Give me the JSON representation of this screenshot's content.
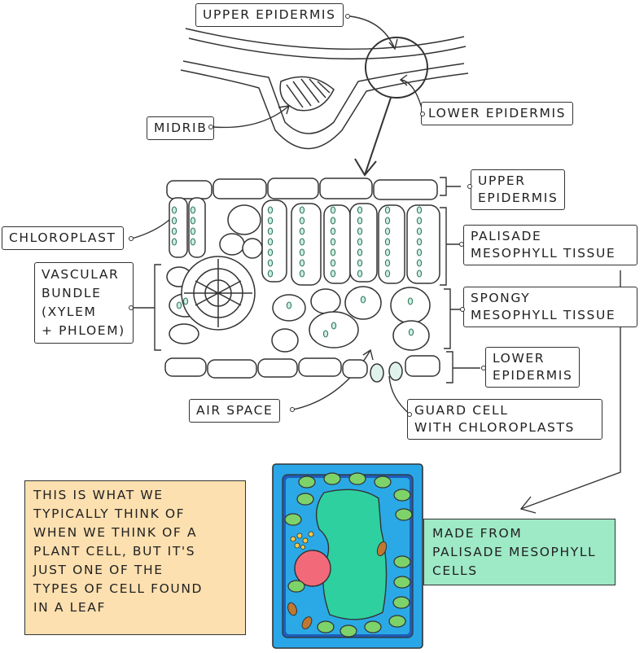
{
  "labels": {
    "top_upper_epidermis": "UPPER EPIDERMIS",
    "midrib": "MIDRIB",
    "top_lower_epidermis": "LOWER EPIDERMIS",
    "upper_epidermis_line1": "UPPER",
    "upper_epidermis_line2": "EPIDERMIS",
    "chloroplast": "CHLOROPLAST",
    "palisade_line1": "PALISADE",
    "palisade_line2": "MESOPHYLL TISSUE",
    "vascular_line1": "VASCULAR",
    "vascular_line2": "BUNDLE",
    "vascular_line3": "(XYLEM",
    "vascular_line4": "+ PHLOEM)",
    "spongy_line1": "SPONGY",
    "spongy_line2": "MESOPHYLL TISSUE",
    "lower_epidermis_line1": "LOWER",
    "lower_epidermis_line2": "EPIDERMIS",
    "air_space": "AIR SPACE",
    "guard_line1": "GUARD CELL",
    "guard_line2": "WITH CHLOROPLASTS"
  },
  "notes": {
    "plant_cell_note": [
      "THIS IS WHAT WE",
      "TYPICALLY THINK OF",
      "WHEN WE THINK OF A",
      "PLANT CELL, BUT IT'S",
      "JUST ONE OF THE",
      "TYPES OF CELL FOUND",
      "IN A LEAF"
    ],
    "palisade_note": [
      "MADE FROM",
      "PALISADE MESOPHYLL",
      "CELLS"
    ]
  },
  "colors": {
    "outline": "#333333",
    "chloroplast_fill": "#cfeee3",
    "chloroplast_stroke": "#2f7a5a",
    "cell_wall": "#29a6e8",
    "cell_membrane_area": "#1f5db8",
    "cytoplasm": "#2aa9e6",
    "vacuole": "#2fd0a0",
    "nucleus": "#f26a7a",
    "mitochondria": "#c07830",
    "note_orange_bg": "#fde0b0",
    "note_green_bg": "#9ee9c6",
    "spongy_cell_fill": "#dff3ec"
  }
}
